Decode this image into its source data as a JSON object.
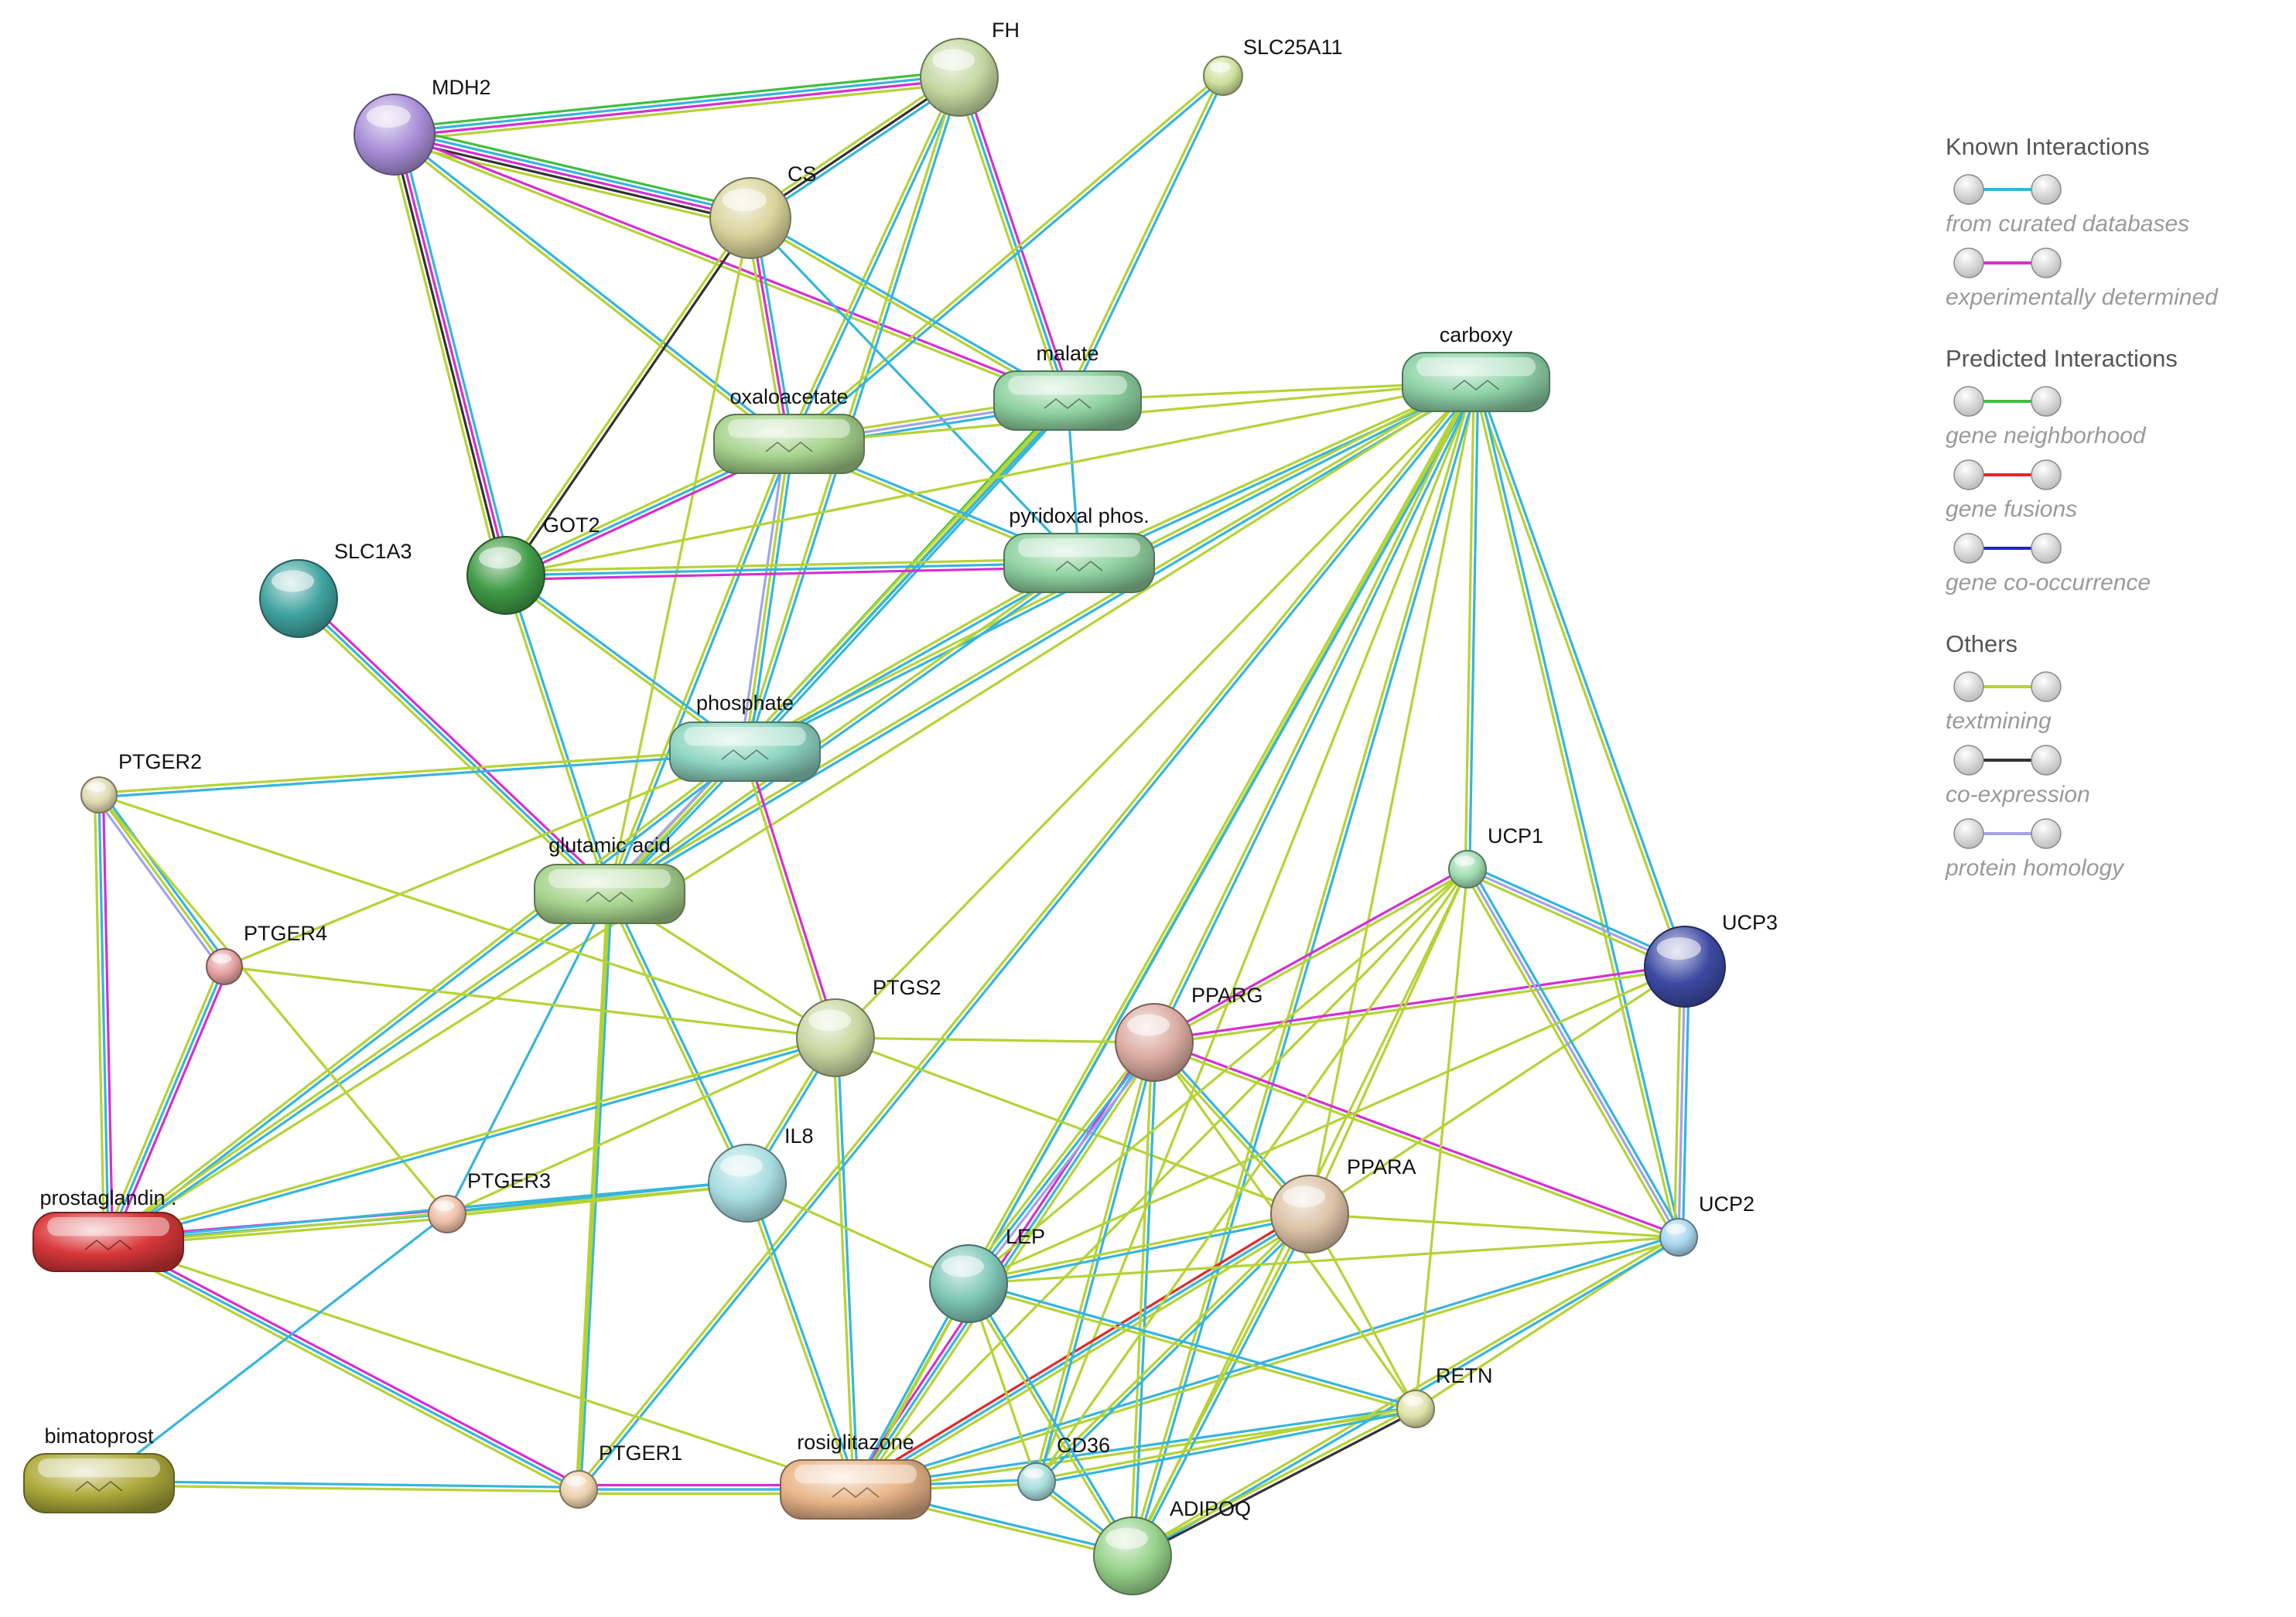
{
  "colors": {
    "curated": "#36b5dd",
    "experimental": "#d62fd0",
    "neighborhood": "#3ebf3e",
    "fusion": "#e8252a",
    "cooccurrence": "#2323d6",
    "textmining": "#b5d336",
    "coexpression": "#333333",
    "homology": "#a3a3ea"
  },
  "nodes": [
    {
      "id": "MDH2",
      "label": "MDH2",
      "shape": "circle",
      "color": "#a88fd8"
    },
    {
      "id": "FH",
      "label": "FH",
      "shape": "circle",
      "color": "#c3d7a0"
    },
    {
      "id": "SLC25A11",
      "label": "SLC25A11",
      "shape": "circle",
      "color": "#cde19a"
    },
    {
      "id": "CS",
      "label": "CS",
      "shape": "circle",
      "color": "#d9d49c"
    },
    {
      "id": "malate",
      "label": "malate",
      "shape": "pill",
      "color": "#8fd2a0"
    },
    {
      "id": "oxaloacetate",
      "label": "oxaloacetate",
      "shape": "pill",
      "color": "#a7d48e"
    },
    {
      "id": "carboxy",
      "label": "carboxy",
      "shape": "pill",
      "color": "#8fd3a8"
    },
    {
      "id": "pyridoxal",
      "label": "pyridoxal phos.",
      "shape": "pill",
      "color": "#8fd2a0"
    },
    {
      "id": "SLC1A3",
      "label": "SLC1A3",
      "shape": "circle",
      "color": "#3fa3a0"
    },
    {
      "id": "GOT2",
      "label": "GOT2",
      "shape": "circle",
      "color": "#3f9a45"
    },
    {
      "id": "phosphate",
      "label": "phosphate",
      "shape": "pill",
      "color": "#8fd6c0"
    },
    {
      "id": "PTGER2",
      "label": "PTGER2",
      "shape": "circle",
      "color": "#e0d9b0"
    },
    {
      "id": "glutamic",
      "label": "glutamic acid",
      "shape": "pill",
      "color": "#a7d48e"
    },
    {
      "id": "UCP1",
      "label": "UCP1",
      "shape": "circle",
      "color": "#9fdcb0"
    },
    {
      "id": "UCP3",
      "label": "UCP3",
      "shape": "circle",
      "color": "#3d4aa3"
    },
    {
      "id": "PTGER4",
      "label": "PTGER4",
      "shape": "circle",
      "color": "#e4a0a0"
    },
    {
      "id": "PTGS2",
      "label": "PTGS2",
      "shape": "circle",
      "color": "#c6d6a0"
    },
    {
      "id": "PPARG",
      "label": "PPARG",
      "shape": "circle",
      "color": "#d9aaa0"
    },
    {
      "id": "IL8",
      "label": "IL8",
      "shape": "circle",
      "color": "#a6dce0"
    },
    {
      "id": "PPARA",
      "label": "PPARA",
      "shape": "circle",
      "color": "#dcc2a6"
    },
    {
      "id": "prostaglandin",
      "label": "prostaglandin .",
      "shape": "pill",
      "color": "#d9383a"
    },
    {
      "id": "PTGER3",
      "label": "PTGER3",
      "shape": "circle",
      "color": "#eec0a8"
    },
    {
      "id": "UCP2",
      "label": "UCP2",
      "shape": "circle",
      "color": "#a7d6ee"
    },
    {
      "id": "LEP",
      "label": "LEP",
      "shape": "circle",
      "color": "#7fc7b7"
    },
    {
      "id": "RETN",
      "label": "RETN",
      "shape": "circle",
      "color": "#dfe1a8"
    },
    {
      "id": "bimatoprost",
      "label": "bimatoprost",
      "shape": "pill",
      "color": "#aeab3c"
    },
    {
      "id": "PTGER1",
      "label": "PTGER1",
      "shape": "circle",
      "color": "#ebd2ac"
    },
    {
      "id": "rosiglitazone",
      "label": "rosiglitazone",
      "shape": "pill",
      "color": "#eab68a"
    },
    {
      "id": "CD36",
      "label": "CD36",
      "shape": "circle",
      "color": "#a7dcdc"
    },
    {
      "id": "ADIPOQ",
      "label": "ADIPOQ",
      "shape": "circle",
      "color": "#96d18a"
    }
  ],
  "edges": [
    {
      "from": "MDH2",
      "to": "FH",
      "types": [
        "neighborhood",
        "curated",
        "experimental",
        "textmining"
      ]
    },
    {
      "from": "MDH2",
      "to": "CS",
      "types": [
        "neighborhood",
        "curated",
        "experimental",
        "coexpression",
        "textmining"
      ]
    },
    {
      "from": "MDH2",
      "to": "GOT2",
      "types": [
        "curated",
        "experimental",
        "coexpression",
        "textmining"
      ]
    },
    {
      "from": "MDH2",
      "to": "malate",
      "types": [
        "experimental",
        "textmining"
      ]
    },
    {
      "from": "MDH2",
      "to": "oxaloacetate",
      "types": [
        "curated",
        "textmining"
      ]
    },
    {
      "from": "FH",
      "to": "CS",
      "types": [
        "curated",
        "coexpression",
        "textmining"
      ]
    },
    {
      "from": "FH",
      "to": "malate",
      "types": [
        "experimental",
        "curated",
        "textmining"
      ]
    },
    {
      "from": "FH",
      "to": "oxaloacetate",
      "types": [
        "curated",
        "textmining"
      ]
    },
    {
      "from": "FH",
      "to": "phosphate",
      "types": [
        "curated",
        "textmining"
      ]
    },
    {
      "from": "SLC25A11",
      "to": "malate",
      "types": [
        "curated",
        "textmining"
      ]
    },
    {
      "from": "SLC25A11",
      "to": "oxaloacetate",
      "types": [
        "curated",
        "textmining"
      ]
    },
    {
      "from": "CS",
      "to": "oxaloacetate",
      "types": [
        "curated",
        "experimental",
        "textmining"
      ]
    },
    {
      "from": "CS",
      "to": "malate",
      "types": [
        "curated",
        "textmining"
      ]
    },
    {
      "from": "CS",
      "to": "GOT2",
      "types": [
        "coexpression",
        "textmining"
      ]
    },
    {
      "from": "CS",
      "to": "glutamic",
      "types": [
        "textmining"
      ]
    },
    {
      "from": "CS",
      "to": "pyridoxal",
      "types": [
        "curated"
      ]
    },
    {
      "from": "malate",
      "to": "oxaloacetate",
      "types": [
        "curated",
        "homology",
        "textmining"
      ]
    },
    {
      "from": "malate",
      "to": "carboxy",
      "types": [
        "textmining"
      ]
    },
    {
      "from": "malate",
      "to": "phosphate",
      "types": [
        "curated",
        "textmining",
        "neighborhood"
      ]
    },
    {
      "from": "malate",
      "to": "pyridoxal",
      "types": [
        "curated"
      ]
    },
    {
      "from": "malate",
      "to": "glutamic",
      "types": [
        "curated",
        "textmining"
      ]
    },
    {
      "from": "oxaloacetate",
      "to": "carboxy",
      "types": [
        "textmining"
      ]
    },
    {
      "from": "oxaloacetate",
      "to": "GOT2",
      "types": [
        "experimental",
        "curated",
        "textmining"
      ]
    },
    {
      "from": "oxaloacetate",
      "to": "pyridoxal",
      "types": [
        "curated",
        "textmining"
      ]
    },
    {
      "from": "oxaloacetate",
      "to": "phosphate",
      "types": [
        "curated",
        "textmining",
        "homology"
      ]
    },
    {
      "from": "oxaloacetate",
      "to": "glutamic",
      "types": [
        "curated",
        "textmining"
      ]
    },
    {
      "from": "carboxy",
      "to": "pyridoxal",
      "types": [
        "curated",
        "textmining"
      ]
    },
    {
      "from": "carboxy",
      "to": "GOT2",
      "types": [
        "textmining"
      ]
    },
    {
      "from": "carboxy",
      "to": "phosphate",
      "types": [
        "curated",
        "textmining"
      ]
    },
    {
      "from": "carboxy",
      "to": "glutamic",
      "types": [
        "curated",
        "textmining"
      ]
    },
    {
      "from": "carboxy",
      "to": "prostaglandin",
      "types": [
        "textmining"
      ]
    },
    {
      "from": "carboxy",
      "to": "PTGER1",
      "types": [
        "curated",
        "textmining"
      ]
    },
    {
      "from": "carboxy",
      "to": "rosiglitazone",
      "types": [
        "textmining"
      ]
    },
    {
      "from": "carboxy",
      "to": "LEP",
      "types": [
        "curated",
        "textmining"
      ]
    },
    {
      "from": "carboxy",
      "to": "CD36",
      "types": [
        "textmining"
      ]
    },
    {
      "from": "carboxy",
      "to": "PPARG",
      "types": [
        "curated",
        "textmining"
      ]
    },
    {
      "from": "carboxy",
      "to": "PPARA",
      "types": [
        "textmining"
      ]
    },
    {
      "from": "carboxy",
      "to": "UCP1",
      "types": [
        "curated",
        "textmining"
      ]
    },
    {
      "from": "carboxy",
      "to": "UCP3",
      "types": [
        "curated",
        "textmining"
      ]
    },
    {
      "from": "carboxy",
      "to": "UCP2",
      "types": [
        "curated",
        "textmining"
      ]
    },
    {
      "from": "carboxy",
      "to": "ADIPOQ",
      "types": [
        "curated",
        "textmining"
      ]
    },
    {
      "from": "pyridoxal",
      "to": "GOT2",
      "types": [
        "experimental",
        "curated",
        "textmining"
      ]
    },
    {
      "from": "pyridoxal",
      "to": "phosphate",
      "types": [
        "curated",
        "textmining"
      ]
    },
    {
      "from": "pyridoxal",
      "to": "glutamic",
      "types": [
        "curated",
        "textmining"
      ]
    },
    {
      "from": "GOT2",
      "to": "phosphate",
      "types": [
        "curated",
        "textmining"
      ]
    },
    {
      "from": "GOT2",
      "to": "glutamic",
      "types": [
        "curated",
        "textmining"
      ]
    },
    {
      "from": "SLC1A3",
      "to": "glutamic",
      "types": [
        "experimental",
        "curated",
        "textmining"
      ]
    },
    {
      "from": "phosphate",
      "to": "glutamic",
      "types": [
        "curated",
        "textmining",
        "homology"
      ]
    },
    {
      "from": "phosphate",
      "to": "PTGS2",
      "types": [
        "experimental",
        "textmining"
      ]
    },
    {
      "from": "phosphate",
      "to": "PTGER2",
      "types": [
        "curated",
        "textmining"
      ]
    },
    {
      "from": "phosphate",
      "to": "prostaglandin",
      "types": [
        "curated",
        "textmining"
      ]
    },
    {
      "from": "glutamic",
      "to": "prostaglandin",
      "types": [
        "curated",
        "textmining"
      ]
    },
    {
      "from": "glutamic",
      "to": "PTGER3",
      "types": [
        "curated"
      ]
    },
    {
      "from": "glutamic",
      "to": "IL8",
      "types": [
        "curated",
        "textmining"
      ]
    },
    {
      "from": "glutamic",
      "to": "PTGER1",
      "types": [
        "curated",
        "textmining"
      ]
    },
    {
      "from": "glutamic",
      "to": "PTGS2",
      "types": [
        "textmining"
      ]
    },
    {
      "from": "PTGER2",
      "to": "PTGER4",
      "types": [
        "curated",
        "textmining",
        "homology"
      ]
    },
    {
      "from": "PTGER2",
      "to": "prostaglandin",
      "types": [
        "experimental",
        "curated",
        "textmining"
      ]
    },
    {
      "from": "PTGER2",
      "to": "PTGS2",
      "types": [
        "textmining"
      ]
    },
    {
      "from": "PTGER2",
      "to": "PTGER3",
      "types": [
        "textmining"
      ]
    },
    {
      "from": "PTGER4",
      "to": "prostaglandin",
      "types": [
        "experimental",
        "curated",
        "textmining"
      ]
    },
    {
      "from": "PTGER4",
      "to": "PTGS2",
      "types": [
        "textmining"
      ]
    },
    {
      "from": "PTGER4",
      "to": "phosphate",
      "types": [
        "textmining"
      ]
    },
    {
      "from": "PTGS2",
      "to": "prostaglandin",
      "types": [
        "curated",
        "textmining"
      ]
    },
    {
      "from": "PTGS2",
      "to": "PTGER3",
      "types": [
        "textmining"
      ]
    },
    {
      "from": "PTGS2",
      "to": "rosiglitazone",
      "types": [
        "curated",
        "textmining"
      ]
    },
    {
      "from": "PTGS2",
      "to": "PPARG",
      "types": [
        "textmining"
      ]
    },
    {
      "from": "PTGS2",
      "to": "IL8",
      "types": [
        "curated",
        "textmining"
      ]
    },
    {
      "from": "PTGS2",
      "to": "PPARA",
      "types": [
        "textmining"
      ]
    },
    {
      "from": "PTGS2",
      "to": "carboxy",
      "types": [
        "textmining"
      ]
    },
    {
      "from": "prostaglandin",
      "to": "PTGER3",
      "types": [
        "experimental",
        "curated",
        "textmining"
      ]
    },
    {
      "from": "prostaglandin",
      "to": "PTGER1",
      "types": [
        "experimental",
        "curated",
        "textmining"
      ]
    },
    {
      "from": "prostaglandin",
      "to": "IL8",
      "types": [
        "curated",
        "textmining"
      ]
    },
    {
      "from": "prostaglandin",
      "to": "rosiglitazone",
      "types": [
        "textmining"
      ]
    },
    {
      "from": "PTGER3",
      "to": "IL8",
      "types": [
        "curated",
        "textmining"
      ]
    },
    {
      "from": "PTGER3",
      "to": "bimatoprost",
      "types": [
        "curated"
      ]
    },
    {
      "from": "bimatoprost",
      "to": "PTGER1",
      "types": [
        "curated",
        "textmining"
      ]
    },
    {
      "from": "PTGER1",
      "to": "rosiglitazone",
      "types": [
        "experimental",
        "curated",
        "textmining"
      ]
    },
    {
      "from": "IL8",
      "to": "rosiglitazone",
      "types": [
        "curated",
        "textmining"
      ]
    },
    {
      "from": "IL8",
      "to": "LEP",
      "types": [
        "textmining"
      ]
    },
    {
      "from": "rosiglitazone",
      "to": "PPARG",
      "types": [
        "experimental",
        "curated",
        "textmining"
      ]
    },
    {
      "from": "rosiglitazone",
      "to": "PPARA",
      "types": [
        "fusion",
        "curated",
        "textmining"
      ]
    },
    {
      "from": "rosiglitazone",
      "to": "LEP",
      "types": [
        "curated",
        "textmining"
      ]
    },
    {
      "from": "rosiglitazone",
      "to": "CD36",
      "types": [
        "curated",
        "textmining"
      ]
    },
    {
      "from": "rosiglitazone",
      "to": "ADIPOQ",
      "types": [
        "curated",
        "textmining"
      ]
    },
    {
      "from": "rosiglitazone",
      "to": "RETN",
      "types": [
        "curated",
        "textmining"
      ]
    },
    {
      "from": "rosiglitazone",
      "to": "UCP1",
      "types": [
        "textmining"
      ]
    },
    {
      "from": "rosiglitazone",
      "to": "UCP2",
      "types": [
        "curated",
        "textmining"
      ]
    },
    {
      "from": "PPARG",
      "to": "UCP1",
      "types": [
        "experimental",
        "textmining"
      ]
    },
    {
      "from": "PPARG",
      "to": "UCP3",
      "types": [
        "experimental",
        "textmining"
      ]
    },
    {
      "from": "PPARG",
      "to": "UCP2",
      "types": [
        "experimental",
        "textmining"
      ]
    },
    {
      "from": "PPARG",
      "to": "LEP",
      "types": [
        "homology",
        "curated",
        "textmining"
      ]
    },
    {
      "from": "PPARG",
      "to": "PPARA",
      "types": [
        "curated",
        "textmining"
      ]
    },
    {
      "from": "PPARG",
      "to": "CD36",
      "types": [
        "curated",
        "textmining"
      ]
    },
    {
      "from": "PPARG",
      "to": "ADIPOQ",
      "types": [
        "curated",
        "textmining"
      ]
    },
    {
      "from": "PPARG",
      "to": "RETN",
      "types": [
        "textmining"
      ]
    },
    {
      "from": "PPARA",
      "to": "UCP1",
      "types": [
        "textmining"
      ]
    },
    {
      "from": "PPARA",
      "to": "UCP3",
      "types": [
        "textmining"
      ]
    },
    {
      "from": "PPARA",
      "to": "UCP2",
      "types": [
        "textmining"
      ]
    },
    {
      "from": "PPARA",
      "to": "LEP",
      "types": [
        "curated",
        "textmining"
      ]
    },
    {
      "from": "PPARA",
      "to": "CD36",
      "types": [
        "curated",
        "textmining"
      ]
    },
    {
      "from": "PPARA",
      "to": "ADIPOQ",
      "types": [
        "curated",
        "textmining"
      ]
    },
    {
      "from": "PPARA",
      "to": "RETN",
      "types": [
        "textmining"
      ]
    },
    {
      "from": "UCP1",
      "to": "UCP3",
      "types": [
        "curated",
        "homology",
        "textmining"
      ]
    },
    {
      "from": "UCP1",
      "to": "UCP2",
      "types": [
        "curated",
        "homology",
        "textmining"
      ]
    },
    {
      "from": "UCP1",
      "to": "LEP",
      "types": [
        "textmining"
      ]
    },
    {
      "from": "UCP1",
      "to": "RETN",
      "types": [
        "textmining"
      ]
    },
    {
      "from": "UCP1",
      "to": "ADIPOQ",
      "types": [
        "textmining"
      ]
    },
    {
      "from": "UCP1",
      "to": "CD36",
      "types": [
        "textmining"
      ]
    },
    {
      "from": "UCP3",
      "to": "UCP2",
      "types": [
        "curated",
        "homology",
        "textmining"
      ]
    },
    {
      "from": "UCP3",
      "to": "LEP",
      "types": [
        "textmining"
      ]
    },
    {
      "from": "UCP2",
      "to": "LEP",
      "types": [
        "textmining"
      ]
    },
    {
      "from": "UCP2",
      "to": "RETN",
      "types": [
        "textmining"
      ]
    },
    {
      "from": "UCP2",
      "to": "ADIPOQ",
      "types": [
        "curated",
        "textmining"
      ]
    },
    {
      "from": "LEP",
      "to": "ADIPOQ",
      "types": [
        "curated",
        "textmining"
      ]
    },
    {
      "from": "LEP",
      "to": "RETN",
      "types": [
        "curated",
        "textmining"
      ]
    },
    {
      "from": "LEP",
      "to": "CD36",
      "types": [
        "textmining"
      ]
    },
    {
      "from": "RETN",
      "to": "ADIPOQ",
      "types": [
        "coexpression",
        "textmining"
      ]
    },
    {
      "from": "RETN",
      "to": "CD36",
      "types": [
        "curated",
        "textmining"
      ]
    },
    {
      "from": "CD36",
      "to": "ADIPOQ",
      "types": [
        "curated",
        "textmining"
      ]
    },
    {
      "from": "PTGER1",
      "to": "glutamic",
      "types": [
        "textmining"
      ]
    }
  ],
  "legend": {
    "groups": [
      {
        "title": "Known Interactions",
        "items": [
          {
            "label": "from curated databases",
            "type": "curated"
          },
          {
            "label": "experimentally determined",
            "type": "experimental"
          }
        ]
      },
      {
        "title": "Predicted Interactions",
        "items": [
          {
            "label": "gene neighborhood",
            "type": "neighborhood"
          },
          {
            "label": "gene fusions",
            "type": "fusion"
          },
          {
            "label": "gene co-occurrence",
            "type": "cooccurrence"
          }
        ]
      },
      {
        "title": "Others",
        "items": [
          {
            "label": "textmining",
            "type": "textmining"
          },
          {
            "label": "co-expression",
            "type": "coexpression"
          },
          {
            "label": "protein homology",
            "type": "homology"
          }
        ]
      }
    ]
  }
}
